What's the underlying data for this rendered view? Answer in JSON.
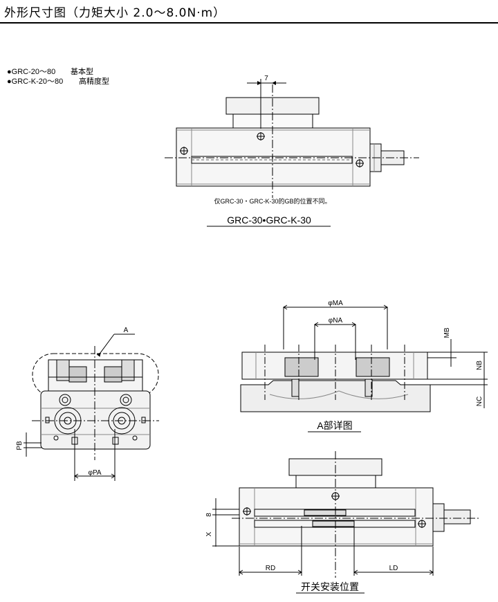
{
  "header": {
    "title": "外形尺寸图（力矩大小 2.0～8.0N·m）"
  },
  "models": [
    {
      "code": "●GRC-20～80",
      "desc": "基本型"
    },
    {
      "code": "●GRC-K-20～80",
      "desc": "高精度型"
    }
  ],
  "top_view": {
    "dim_7": "7",
    "note": "仅GRC-30・GRC-K-30的GB的位置不同。",
    "caption": "GRC-30•GRC-K-30"
  },
  "front_view": {
    "label_a": "A",
    "label_pb": "PB",
    "label_pa": "φPA"
  },
  "detail_a": {
    "label_ma": "φMA",
    "label_na": "φNA",
    "label_mb": "MB",
    "label_nb": "NB",
    "label_nc": "NC",
    "caption": "A部详图"
  },
  "switch_view": {
    "label_8": "8",
    "label_x": "X",
    "label_rd": "RD",
    "label_ld": "LD",
    "caption": "开关安装位置"
  }
}
